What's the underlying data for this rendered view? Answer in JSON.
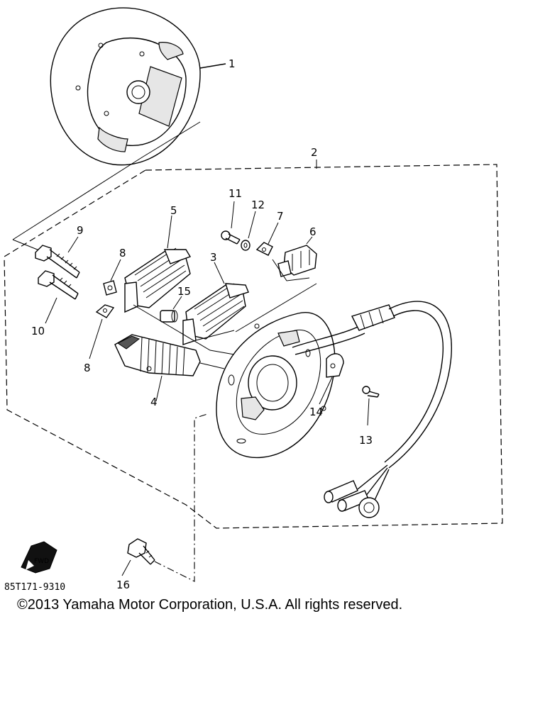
{
  "diagram": {
    "callouts": [
      "1",
      "2",
      "3",
      "4",
      "5",
      "6",
      "7",
      "8",
      "8",
      "9",
      "10",
      "11",
      "12",
      "13",
      "14",
      "15",
      "16"
    ],
    "drawing_code": "85T171-9310",
    "fwd_icon_text": "FWD"
  },
  "footer": {
    "copyright": "©2013 Yamaha Motor Corporation, U.S.A. All rights reserved."
  }
}
